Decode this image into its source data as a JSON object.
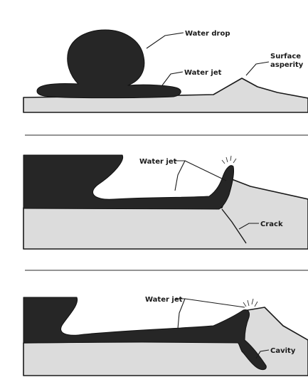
{
  "panels": [
    {
      "id": "impact",
      "labels": {
        "water_drop": "Water drop",
        "water_jet": "Water jet",
        "surface_asperity_line1": "Surface",
        "surface_asperity_line2": "asperity"
      }
    },
    {
      "id": "crack",
      "labels": {
        "water_jet": "Water jet",
        "crack": "Crack"
      }
    },
    {
      "id": "cavity",
      "labels": {
        "water_jet": "Water jet",
        "cavity": "Cavity"
      }
    }
  ],
  "colors": {
    "water": "#262626",
    "material": "#dcdcdc",
    "outline": "#1a1a1a"
  }
}
